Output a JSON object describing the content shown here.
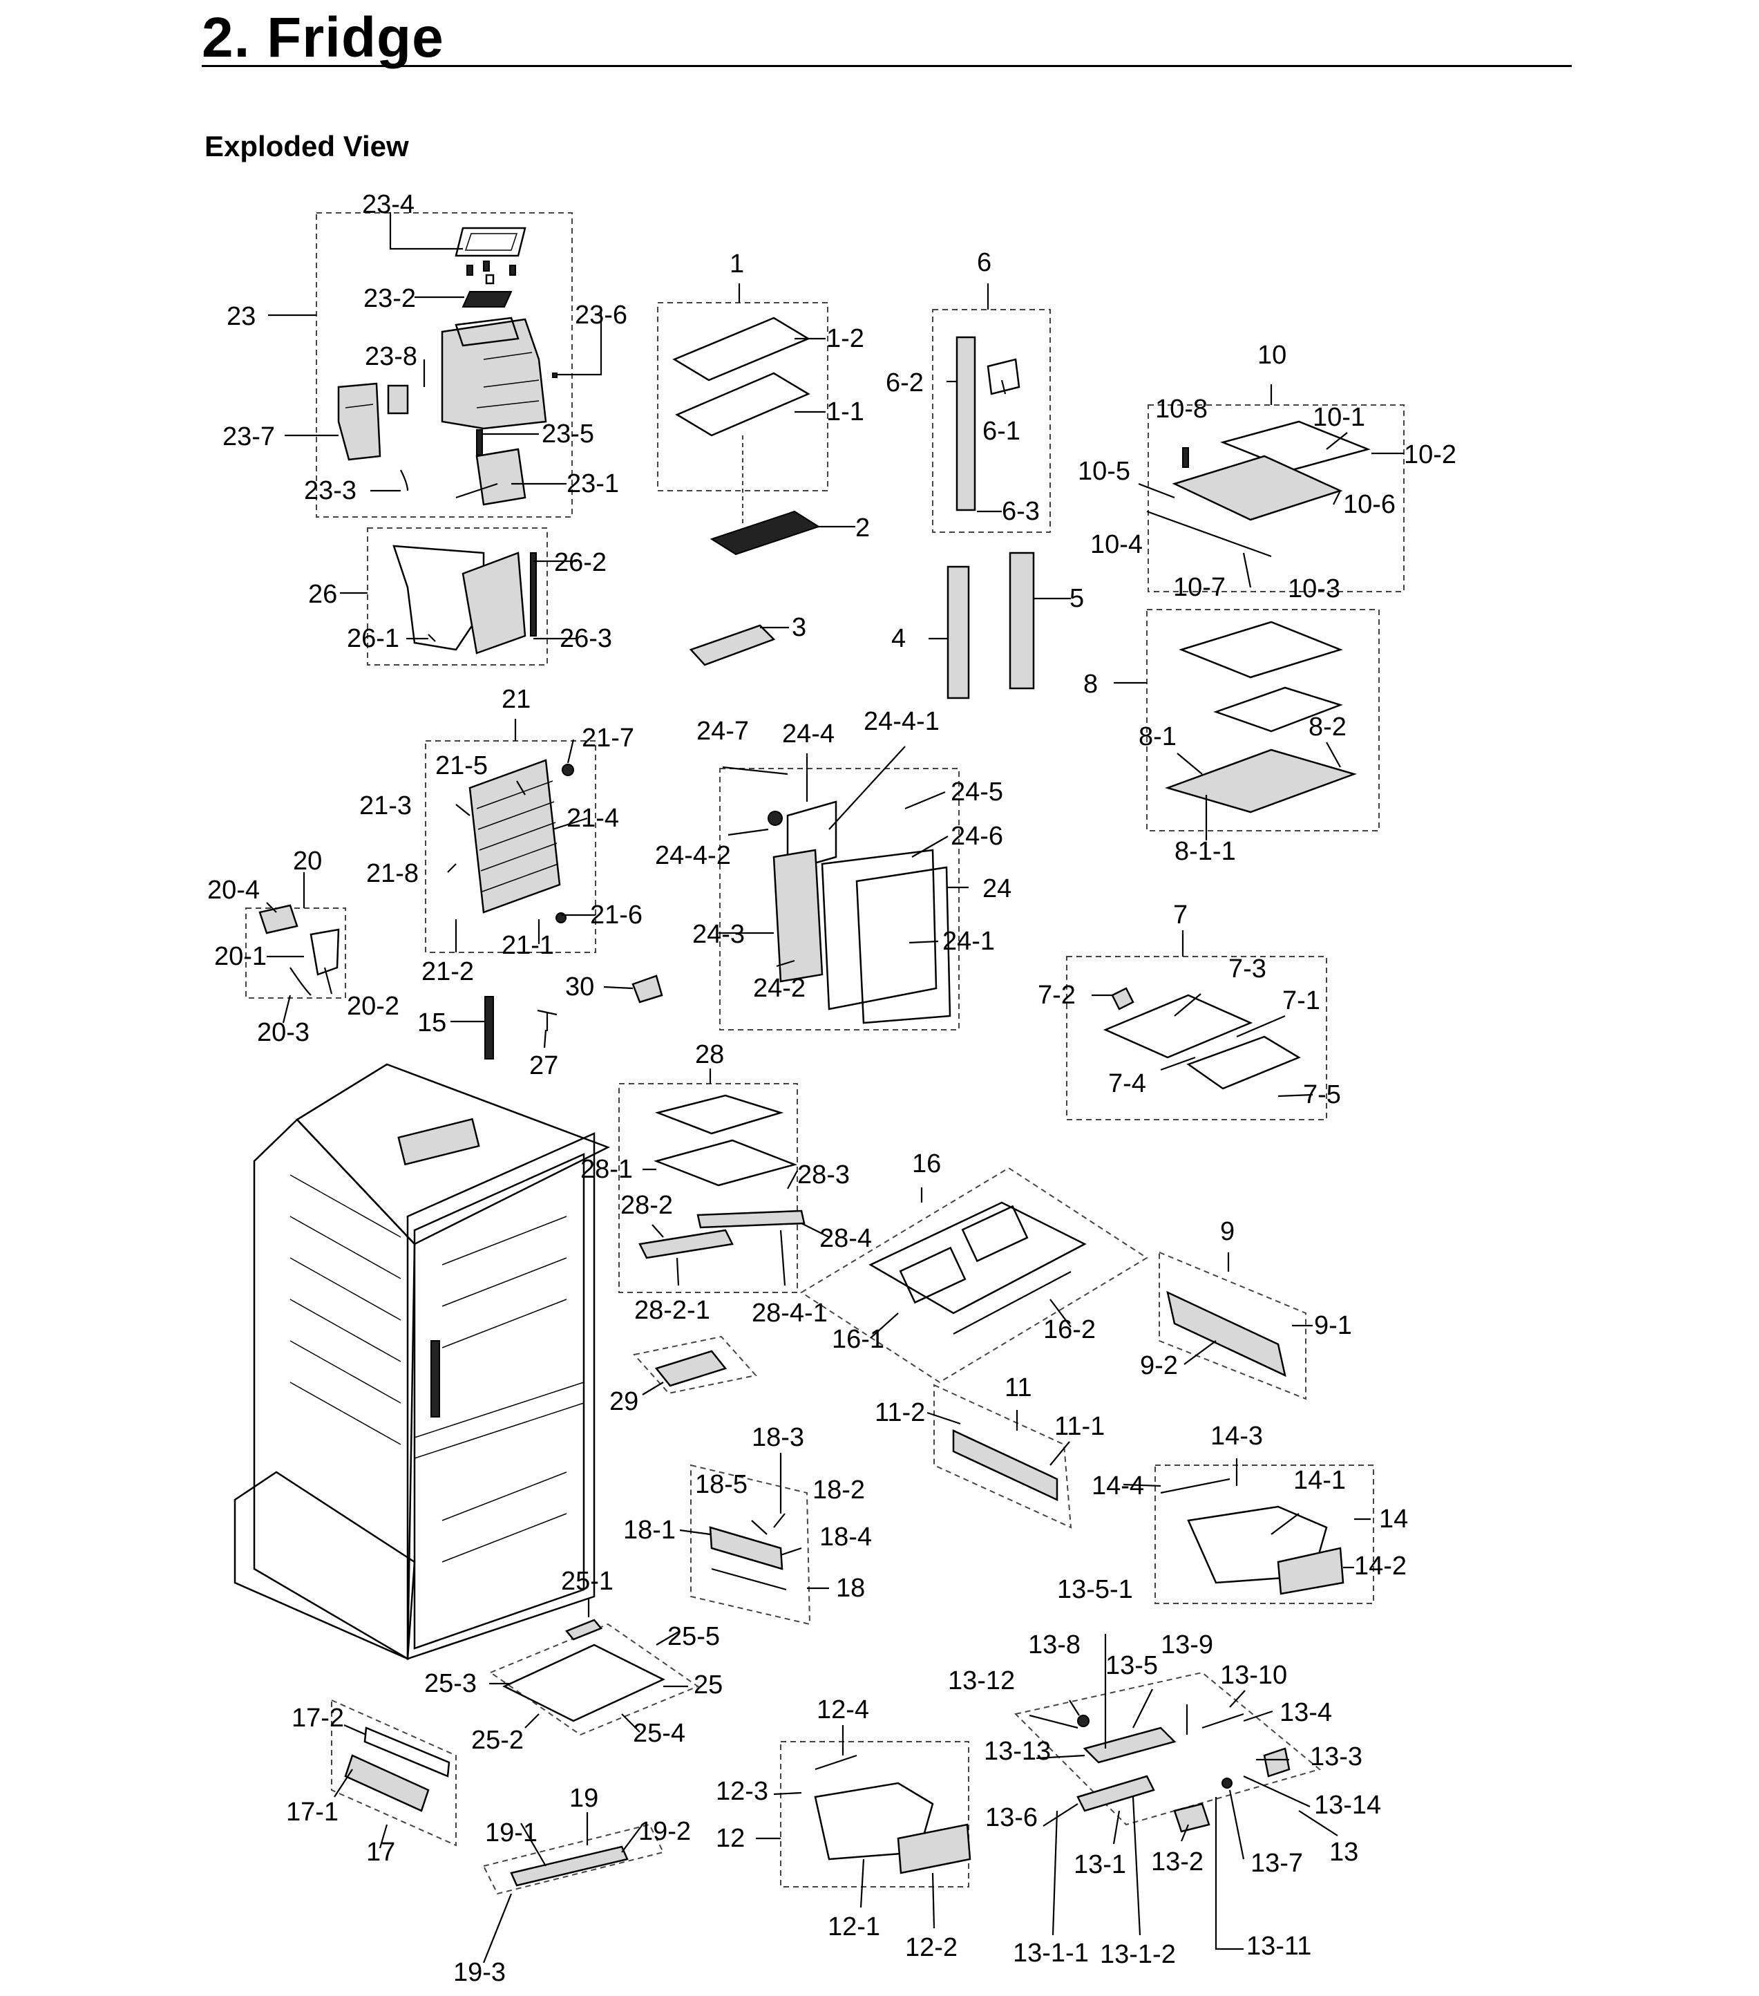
{
  "header": {
    "title": "2.  Fridge",
    "subtitle": "Exploded View"
  },
  "labels": {
    "l_23_4": "23-4",
    "l_23": "23",
    "l_23_2": "23-2",
    "l_23_6": "23-6",
    "l_23_8": "23-8",
    "l_23_7": "23-7",
    "l_23_5": "23-5",
    "l_23_3": "23-3",
    "l_23_1": "23-1",
    "l_26": "26",
    "l_26_1": "26-1",
    "l_26_2": "26-2",
    "l_26_3": "26-3",
    "l_1": "1",
    "l_1_2": "1-2",
    "l_1_1": "1-1",
    "l_2": "2",
    "l_3": "3",
    "l_6": "6",
    "l_6_2": "6-2",
    "l_6_1": "6-1",
    "l_6_3": "6-3",
    "l_4": "4",
    "l_5": "5",
    "l_10": "10",
    "l_10_8": "10-8",
    "l_10_1": "10-1",
    "l_10_2": "10-2",
    "l_10_5": "10-5",
    "l_10_6": "10-6",
    "l_10_4": "10-4",
    "l_10_7": "10-7",
    "l_10_3": "10-3",
    "l_8": "8",
    "l_8_1": "8-1",
    "l_8_2": "8-2",
    "l_8_1_1": "8-1-1",
    "l_21": "21",
    "l_21_7": "21-7",
    "l_21_5": "21-5",
    "l_21_3": "21-3",
    "l_21_4": "21-4",
    "l_21_8": "21-8",
    "l_21_6": "21-6",
    "l_21_2": "21-2",
    "l_21_1": "21-1",
    "l_20": "20",
    "l_20_4": "20-4",
    "l_20_1": "20-1",
    "l_20_2": "20-2",
    "l_20_3": "20-3",
    "l_24_7": "24-7",
    "l_24_4": "24-4",
    "l_24_4_1": "24-4-1",
    "l_24_5": "24-5",
    "l_24_4_2": "24-4-2",
    "l_24_6": "24-6",
    "l_24": "24",
    "l_24_3": "24-3",
    "l_24_1": "24-1",
    "l_24_2": "24-2",
    "l_30": "30",
    "l_7": "7",
    "l_7_3": "7-3",
    "l_7_2": "7-2",
    "l_7_1": "7-1",
    "l_7_4": "7-4",
    "l_7_5": "7-5",
    "l_15": "15",
    "l_27": "27",
    "l_28": "28",
    "l_28_1": "28-1",
    "l_28_3": "28-3",
    "l_28_2": "28-2",
    "l_28_4": "28-4",
    "l_28_2_1": "28-2-1",
    "l_28_4_1": "28-4-1",
    "l_16": "16",
    "l_16_1": "16-1",
    "l_16_2": "16-2",
    "l_9": "9",
    "l_9_1": "9-1",
    "l_9_2": "9-2",
    "l_29": "29",
    "l_11": "11",
    "l_11_2": "11-2",
    "l_11_1": "11-1",
    "l_18_3": "18-3",
    "l_18_5": "18-5",
    "l_18_2": "18-2",
    "l_18_1": "18-1",
    "l_18_4": "18-4",
    "l_18": "18",
    "l_14_3": "14-3",
    "l_14_4": "14-4",
    "l_14_1": "14-1",
    "l_14": "14",
    "l_14_2": "14-2",
    "l_25_1": "25-1",
    "l_25_5": "25-5",
    "l_25_3": "25-3",
    "l_25": "25",
    "l_25_2": "25-2",
    "l_25_4": "25-4",
    "l_13_5_1": "13-5-1",
    "l_13_8": "13-8",
    "l_13_9": "13-9",
    "l_13_5": "13-5",
    "l_13_10": "13-10",
    "l_13_12": "13-12",
    "l_13_4": "13-4",
    "l_13_13": "13-13",
    "l_13_3": "13-3",
    "l_13_14": "13-14",
    "l_13_6": "13-6",
    "l_13": "13",
    "l_13_1": "13-1",
    "l_13_2": "13-2",
    "l_13_7": "13-7",
    "l_13_1_1": "13-1-1",
    "l_13_1_2": "13-1-2",
    "l_13_11": "13-11",
    "l_12_4": "12-4",
    "l_12_3": "12-3",
    "l_12": "12",
    "l_12_1": "12-1",
    "l_12_2": "12-2",
    "l_17_2": "17-2",
    "l_17_1": "17-1",
    "l_17": "17",
    "l_19": "19",
    "l_19_1": "19-1",
    "l_19_2": "19-2",
    "l_19_3": "19-3"
  }
}
